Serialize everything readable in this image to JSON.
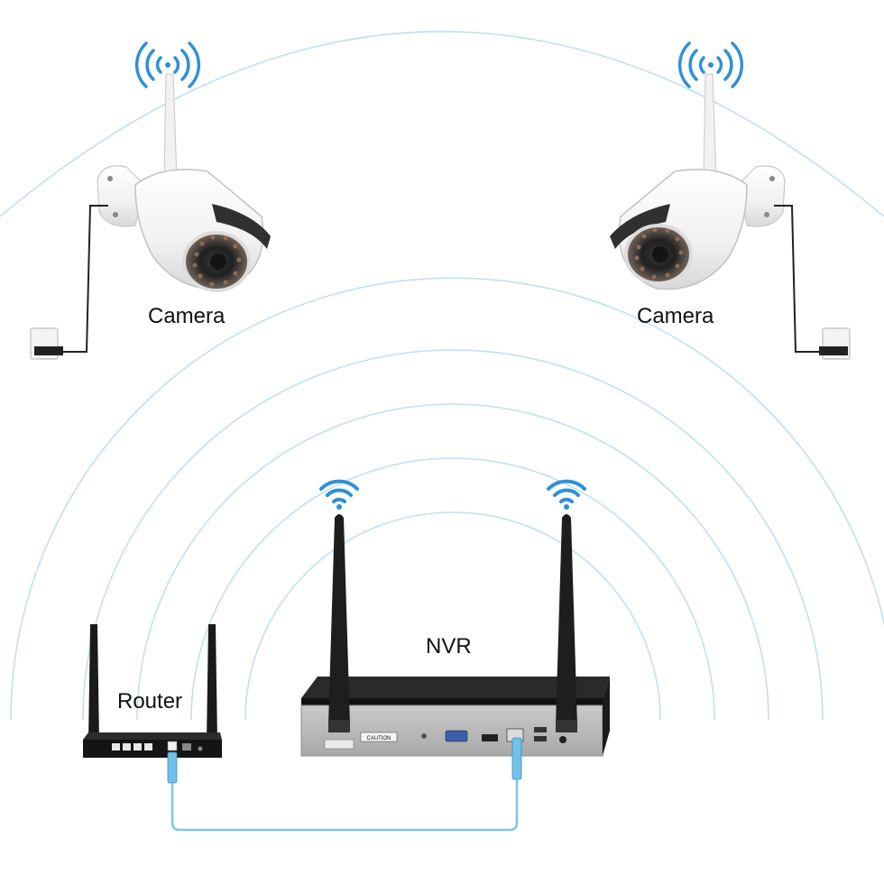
{
  "labels": {
    "camera_left": "Camera",
    "camera_right": "Camera",
    "nvr": "NVR",
    "router": "Router"
  },
  "nvr_panel": {
    "caution": "CAUTION"
  },
  "icons": [
    "wifi-icon",
    "power-outlet-icon",
    "ethernet-cable",
    "antenna"
  ],
  "colors": {
    "signal_arc": "#bfe1ef",
    "wifi_icon": "#2f90d8",
    "cable": "#7ec4e6",
    "device_black": "#1b1b1b",
    "nvr_panel": "#b9b9b9",
    "camera_body": "#f3f3f3"
  }
}
